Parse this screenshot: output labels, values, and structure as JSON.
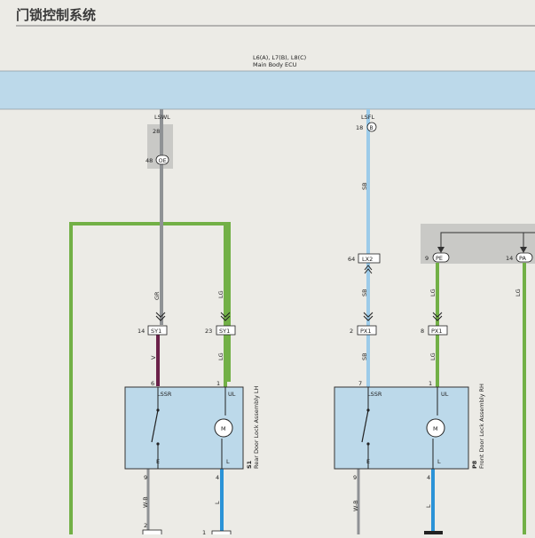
{
  "header": {
    "title": "门锁控制系统"
  },
  "ecu": {
    "connectors": "L6(A), L7(B), L8(C)",
    "name": "Main Body ECU"
  },
  "terminals": {
    "lswl": "LSWL",
    "lswl_pin": "28",
    "lswl_conn_pin": "48",
    "lswl_conn": "OE",
    "lsfl": "LSFL",
    "lsfl_pin": "18",
    "lsfl_conn": "B",
    "sb_upper": "SB",
    "lx2_pin": "64",
    "lx2": "LX2",
    "sb_mid": "SB",
    "pe_pin": "9",
    "pe": "PE",
    "pa_pin": "14",
    "pa": "PA",
    "lg_far_right": "LG",
    "lg_pe": "LG",
    "gr": "GR",
    "lg_left": "LG",
    "sy1_a_pin": "14",
    "sy1_a": "SY1",
    "sy1_b_pin": "23",
    "sy1_b": "SY1",
    "px1_a_pin": "2",
    "px1_a": "PX1",
    "px1_b_pin": "8",
    "px1_b": "PX1",
    "v": "V",
    "lg_left_low": "LG",
    "sb_low": "SB",
    "lg_right_low": "LG"
  },
  "rear_lock": {
    "pin_top_left": "6",
    "pin_top_right": "1",
    "lssr": "LSSR",
    "ul": "UL",
    "motor": "M",
    "e": "E",
    "l": "L",
    "code": "S1",
    "name": "Rear Door Lock Assembly LH",
    "pin_bottom_left": "9",
    "pin_bottom_right": "4",
    "wb": "W-B",
    "l_wire": "L",
    "pin_below": "2",
    "pin_below_right": "1"
  },
  "front_lock": {
    "pin_top_left": "7",
    "pin_top_right": "1",
    "lssr": "LSSR",
    "ul": "UL",
    "motor": "M",
    "e": "E",
    "l": "L",
    "code": "P8",
    "name": "Front Door Lock Assembly RH",
    "pin_bottom_left": "9",
    "pin_bottom_right": "4",
    "wb": "W-B",
    "l_wire": "L"
  },
  "colors": {
    "ecu_fill": "#bcd9ea",
    "gray_wire": "#8f9295",
    "green_wire": "#72b046",
    "sky_wire": "#9ccbe9",
    "blue_wire": "#2b93d7",
    "purple_wire": "#6b2149"
  }
}
